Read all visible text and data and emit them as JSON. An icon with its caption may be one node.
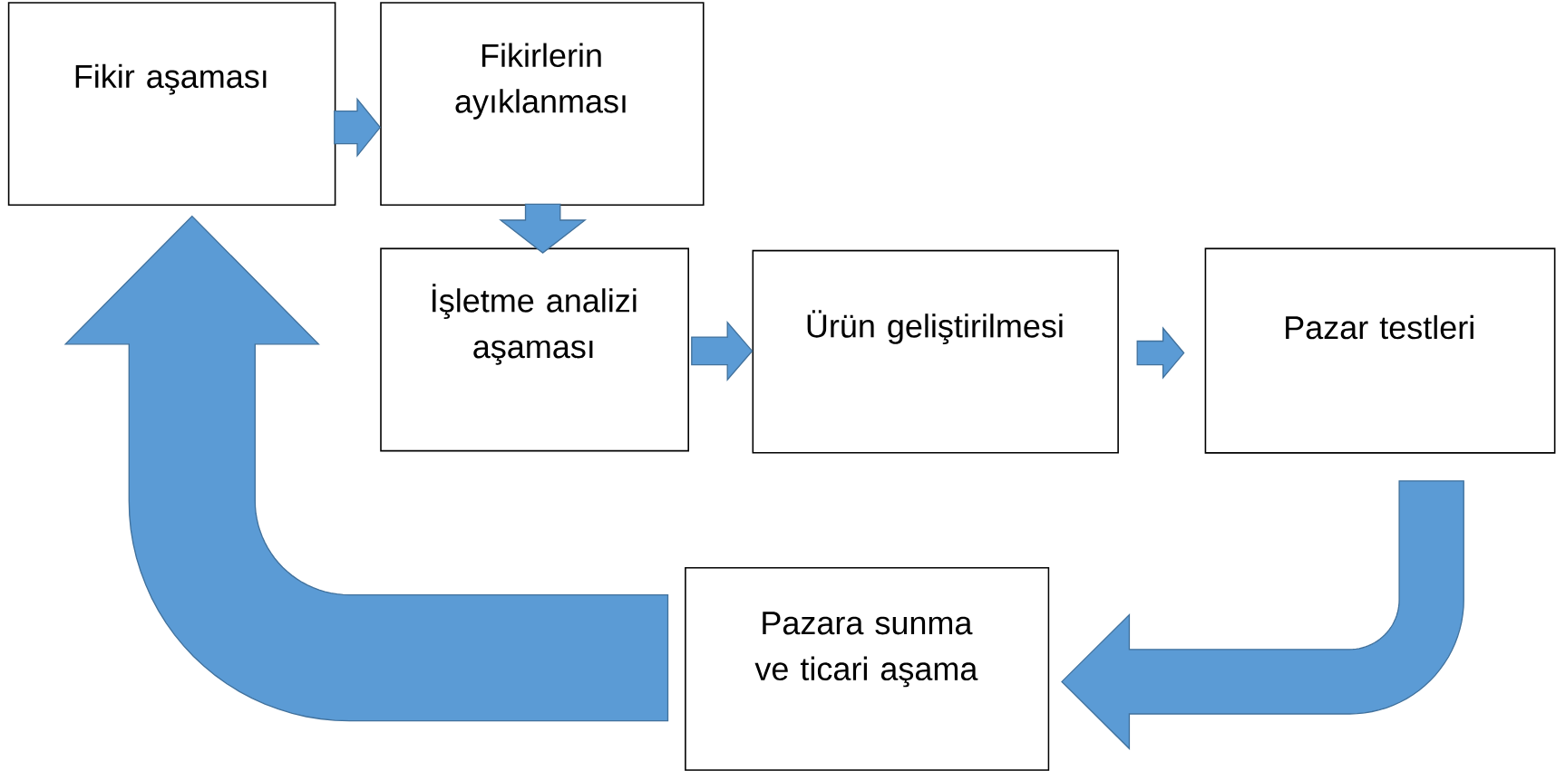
{
  "diagram": {
    "nodes": [
      {
        "text": [
          "Fikir aşaması"
        ]
      },
      {
        "text": [
          "Fikirlerin ayıklanması"
        ]
      },
      {
        "text": [
          "İşletme analizi aşaması"
        ]
      },
      {
        "text": [
          "Ürün geliştirilmesi"
        ]
      },
      {
        "text": [
          "Pazar testleri"
        ]
      },
      {
        "text": [
          "Pazara sunma ve ticari aşama"
        ]
      }
    ],
    "edges": [
      {
        "from": 0,
        "to": 1,
        "arrow": "to"
      },
      {
        "from": 1,
        "to": 2,
        "arrow": "to"
      },
      {
        "from": 2,
        "to": 3,
        "arrow": "to"
      },
      {
        "from": 3,
        "to": 4,
        "arrow": "to"
      },
      {
        "from": 4,
        "to": 5,
        "arrow": "to"
      },
      {
        "from": 5,
        "to": 0,
        "arrow": "to"
      }
    ]
  }
}
